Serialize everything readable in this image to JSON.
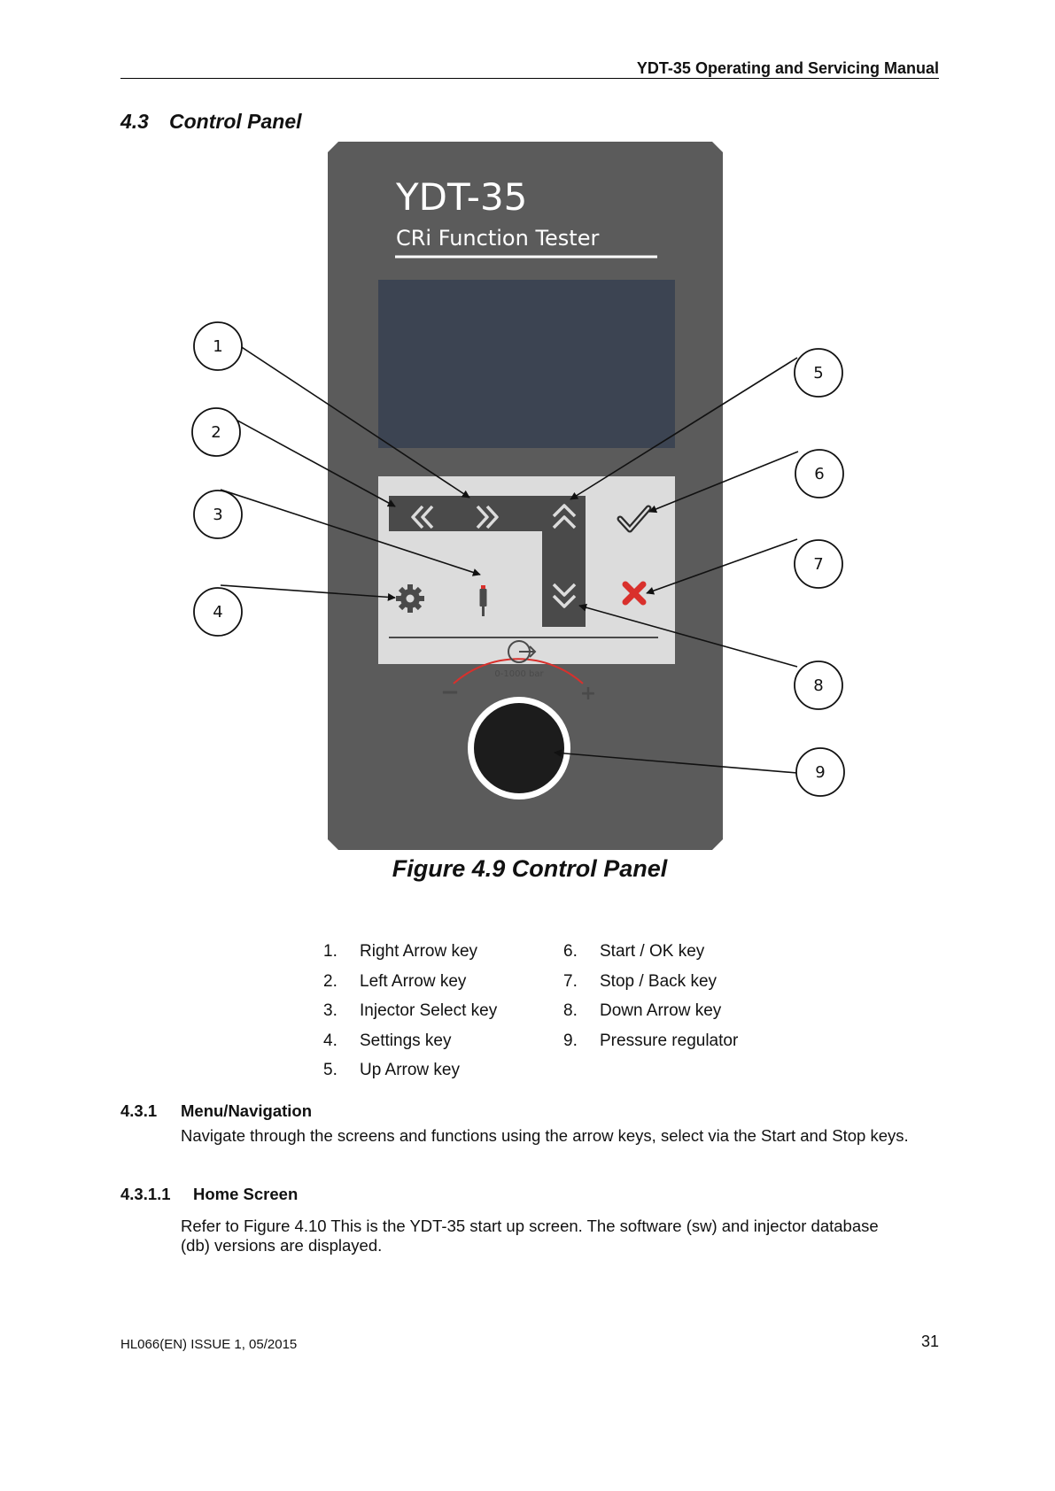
{
  "header": {
    "manual_title": "YDT-35 Operating and Servicing Manual"
  },
  "section": {
    "number": "4.3",
    "title": "Control Panel"
  },
  "figure": {
    "device_title": "YDT-35",
    "device_subtitle": "CRi Function Tester",
    "range_label": "0-1000 bar",
    "minus_label": "−",
    "plus_label": "+",
    "callouts": [
      "1",
      "2",
      "3",
      "4",
      "5",
      "6",
      "7",
      "8",
      "9"
    ],
    "caption": "Figure 4.9 Control Panel",
    "colors": {
      "body": "#5b5b5b",
      "screen": "#3c4452",
      "keypad": "#dcdcdc",
      "key_dark": "#4a4a4a",
      "ok_icon": "#2a2a2a",
      "stop_icon": "#d9302c",
      "arc": "#d9302c"
    }
  },
  "legend": {
    "left": [
      {
        "num": "1.",
        "label": "Right Arrow key"
      },
      {
        "num": "2.",
        "label": "Left Arrow key"
      },
      {
        "num": "3.",
        "label": "Injector Select key"
      },
      {
        "num": "4.",
        "label": "Settings key"
      },
      {
        "num": "5.",
        "label": "Up Arrow key"
      }
    ],
    "right": [
      {
        "num": "6.",
        "label": "Start / OK key"
      },
      {
        "num": "7.",
        "label": "Stop / Back key"
      },
      {
        "num": "8.",
        "label": "Down Arrow key"
      },
      {
        "num": "9.",
        "label": "Pressure regulator"
      }
    ]
  },
  "subsection_431": {
    "number": "4.3.1",
    "title": "Menu/Navigation",
    "text": "Navigate through the screens and functions using the arrow keys, select via the Start and Stop keys."
  },
  "subsection_4311": {
    "number": "4.3.1.1",
    "title": "Home Screen",
    "text_line1": "Refer to Figure 4.10 This is the YDT-35 start up screen. The software (sw) and injector database",
    "text_line2": "(db) versions are displayed."
  },
  "footer": {
    "doc_ref": "HL066(EN) ISSUE 1, 05/2015",
    "page_number": "31"
  }
}
